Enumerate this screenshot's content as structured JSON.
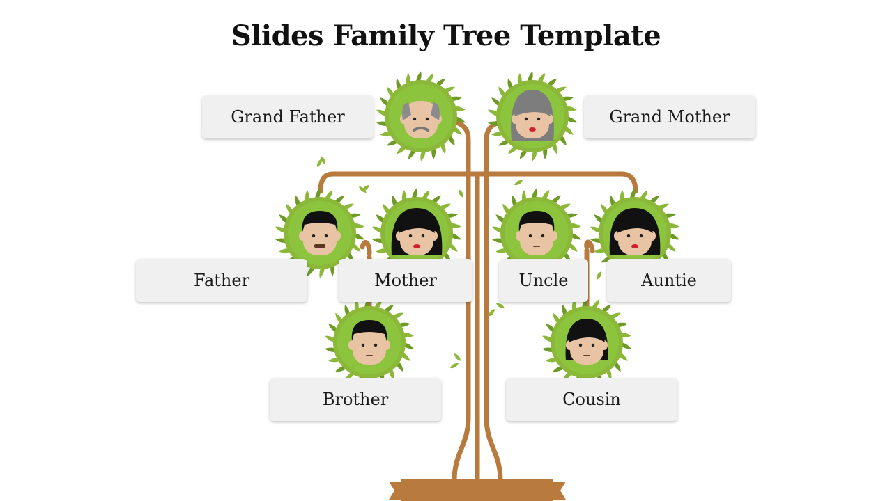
{
  "title": "Slides Family Tree Template",
  "colors": {
    "branch": "#b87a3d",
    "leaf": "#8cb83a",
    "leaf_dark": "#6e9a28",
    "badge_bg": "#8cc43e",
    "label_bg": "#f0f0f0",
    "skin": "#e8c3a4"
  },
  "members": {
    "grandfather": "Grand Father",
    "grandmother": "Grand Mother",
    "father": "Father",
    "mother": "Mother",
    "uncle": "Uncle",
    "auntie": "Auntie",
    "brother": "Brother",
    "cousin": "Cousin"
  }
}
